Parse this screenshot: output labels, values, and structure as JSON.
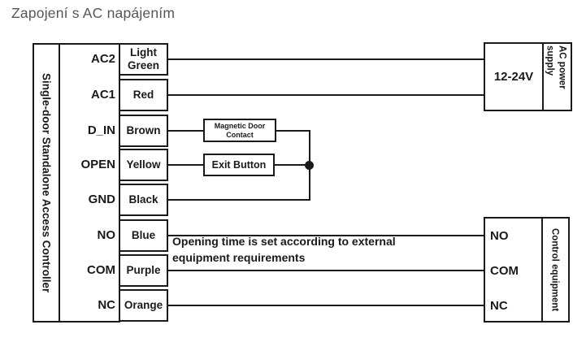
{
  "title": "Zapojení s AC napájením",
  "controller": {
    "name": "Single-door Standalone Access Controller",
    "terminals": [
      {
        "name": "AC2",
        "wire": "Light Green"
      },
      {
        "name": "AC1",
        "wire": "Red"
      },
      {
        "name": "D_IN",
        "wire": "Brown"
      },
      {
        "name": "OPEN",
        "wire": "Yellow"
      },
      {
        "name": "GND",
        "wire": "Black"
      },
      {
        "name": "NO",
        "wire": "Blue"
      },
      {
        "name": "COM",
        "wire": "Purple"
      },
      {
        "name": "NC",
        "wire": "Orange"
      }
    ]
  },
  "components": {
    "magnetic_door_contact": "Magnetic Door Contact",
    "exit_button": "Exit Button"
  },
  "power_supply": {
    "voltage": "12-24V",
    "label": "AC power supply"
  },
  "control_equipment": {
    "label": "Control equipment",
    "terminals": [
      {
        "name": "NO"
      },
      {
        "name": "COM"
      },
      {
        "name": "NC"
      }
    ]
  },
  "note": "Opening time is set according to external equipment requirements",
  "colors": {
    "line": "#1a1a1a",
    "title_text": "#54565c",
    "background": "#ffffff"
  }
}
